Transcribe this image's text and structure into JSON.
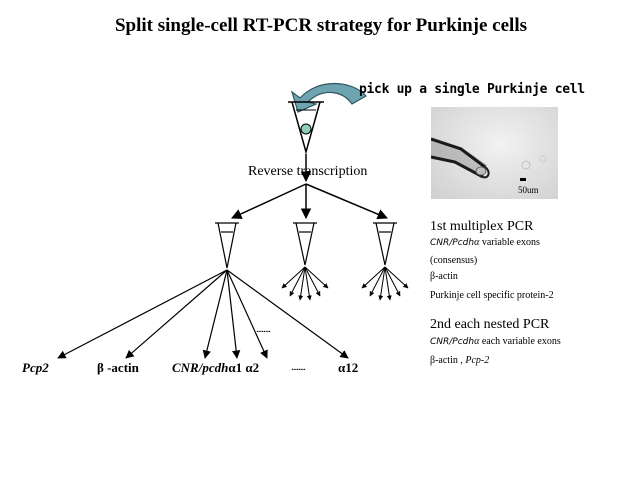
{
  "title": "Split single-cell RT-PCR strategy for Purkinje cells",
  "pickup_label": "pick up a single Purkinje cell",
  "reverse_transcription": "Reverse transcription",
  "photo": {
    "scale_label": "50um"
  },
  "first_pcr": {
    "heading": "1st multiplex PCR",
    "gene_italic": "CNR/Pcdh",
    "gene_symbol": "α",
    "line1_rest": " variable exons",
    "line2": "(consensus)",
    "line3": "β-actin",
    "line4": "Purkinje cell specific protein-2"
  },
  "second_pcr": {
    "heading": "2nd each nested  PCR",
    "gene_italic": "CNR/Pcdh",
    "gene_symbol": "α",
    "line1_rest": " each variable  exons",
    "line2_pre": "β-actin , ",
    "line2_italic": "Pcp-2"
  },
  "products": {
    "pcp2": "Pcp2",
    "bactin": "β -actin",
    "cnr_italic": "CNR/pcdh",
    "cnr_alpha1": "α1",
    "alpha2": "α2",
    "alpha12": "α12",
    "dots": "........"
  },
  "colors": {
    "arrow_fill": "#6ea3b0",
    "arrow_stroke": "#2f5560",
    "cell_fill": "#8fcfb8"
  }
}
